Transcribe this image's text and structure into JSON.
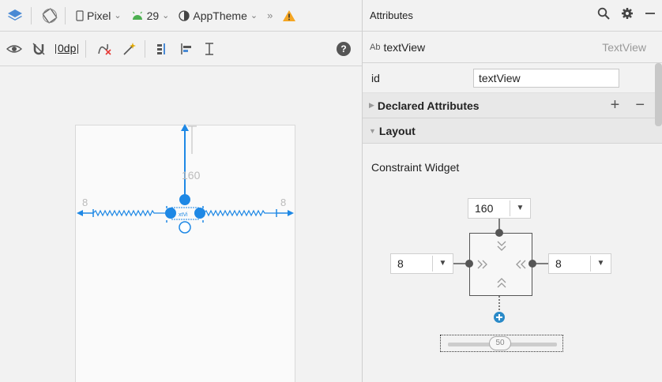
{
  "toolbar": {
    "device_label": "Pixel",
    "api_label": "29",
    "theme_label": "AppTheme",
    "overflow_label": "»",
    "default_margin_label": "0dp"
  },
  "design": {
    "top_margin_label": "160",
    "left_margin_label": "8",
    "right_margin_label": "8",
    "widget_text": "xtVi"
  },
  "attributes": {
    "title": "Attributes",
    "component_name": "textView",
    "component_type": "TextView",
    "id_label": "id",
    "id_value": "textView",
    "declared_section": "Declared Attributes",
    "layout_section": "Layout",
    "constraint_label": "Constraint Widget",
    "top_margin": "160",
    "left_margin": "8",
    "right_margin": "8",
    "bias_value": "50"
  },
  "colors": {
    "accent": "#1e88e5",
    "warning": "#f5a623",
    "api_green": "#4caf50"
  }
}
